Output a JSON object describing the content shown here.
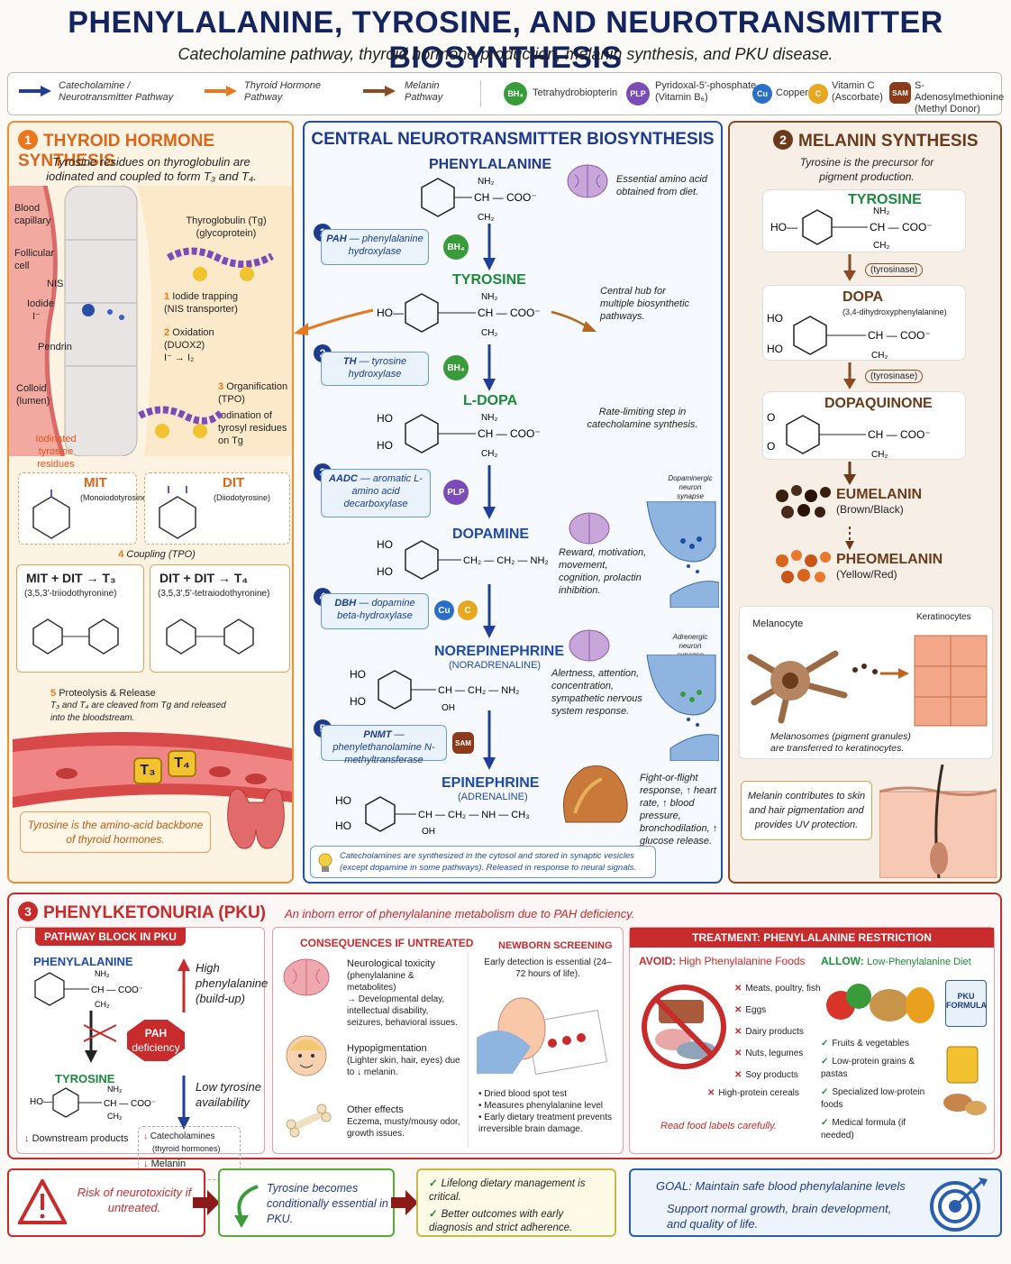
{
  "header": {
    "title": "PHENYLALANINE, TYROSINE, AND NEUROTRANSMITTER BIOSYNTHESIS",
    "subtitle": "Catecholamine pathway, thyroid hormone production, melanin synthesis, and PKU disease."
  },
  "legend": {
    "catecholamine_line1": "Catecholamine /",
    "catecholamine_line2": "Neurotransmitter Pathway",
    "thyroid_line1": "Thyroid Hormone",
    "thyroid_line2": "Pathway",
    "melanin_line1": "Melanin",
    "melanin_line2": "Pathway",
    "bh4_badge": "BH₄",
    "bh4_label": "Tetrahydrobiopterin",
    "plp_badge": "PLP",
    "plp_line1": "Pyridoxal-5'-phosphate",
    "plp_line2": "(Vitamin B₆)",
    "cu_badge": "Cu",
    "cu_label": "Copper",
    "c_badge": "C",
    "c_line1": "Vitamin C",
    "c_line2": "(Ascorbate)",
    "sam_badge": "SAM",
    "sam_line1": "S-Adenosylmethionine",
    "sam_line2": "(Methyl Donor)",
    "colors": {
      "neuro": "#1f3f99",
      "thyroid": "#e8781e",
      "melanin": "#8b4a22"
    }
  },
  "thyroid": {
    "number": "1",
    "title": "THYROID HORMONE SYNTHESIS",
    "intro_line1": "Tyrosine residues on thyroglobulin are",
    "intro_line2": "iodinated and coupled to form T₃ and T₄.",
    "blood_capillary": "Blood capillary",
    "follicular_cell": "Follicular cell",
    "nis": "NIS",
    "iodide": "Iodide",
    "iodide_ion": "I⁻",
    "pendrin": "Pendrin",
    "colloid": "Colloid (lumen)",
    "tg_line1": "Thyroglobulin (Tg)",
    "tg_line2": "(glycoprotein)",
    "step1_title": "Iodide trapping",
    "step1_sub": "(NIS transporter)",
    "step2_title": "Oxidation",
    "step2_sub": "(DUOX2)",
    "oxid_eq": "I⁻ → I₂",
    "step3_title": "Organification",
    "step3_sub": "(TPO)",
    "step3_note": "Iodination of tyrosyl residues on Tg",
    "iodinated_residues": "Iodinated tyrosine residues",
    "mit": "MIT",
    "mit_full": "(Monoiodotyrosine)",
    "dit": "DIT",
    "dit_full": "(Diiodotyrosine)",
    "coupling": "Coupling (TPO)",
    "t3_eq": "MIT + DIT → T₃",
    "t3_full": "(3,5,3'-triiodothyronine)",
    "t4_eq": "DIT + DIT → T₄",
    "t4_full": "(3,5,3',5'-tetraiodothyronine)",
    "proteolysis_title": "Proteolysis & Release",
    "proteolysis_text": "T₃ and T₄ are cleaved from Tg and released into the bloodstream.",
    "t3": "T₃",
    "t4": "T₄",
    "footer": "Tyrosine is the amino-acid backbone of thyroid hormones."
  },
  "central": {
    "title": "CENTRAL NEUROTRANSMITTER BIOSYNTHESIS",
    "phenylalanine": "PHENYLALANINE",
    "phe_note": "Essential amino acid obtained from diet.",
    "tyrosine": "TYROSINE",
    "tyr_note": "Central hub for multiple biosynthetic pathways.",
    "ldopa": "L-DOPA",
    "ldopa_note": "Rate-limiting step in catecholamine synthesis.",
    "dopamine": "DOPAMINE",
    "dopamine_note": "Reward, motivation, movement, cognition, prolactin inhibition.",
    "dopaminergic": "Dopaminergic neuron synapse",
    "norepinephrine": "NOREPINEPHRINE",
    "norepinephrine_alt": "(NORADRENALINE)",
    "ne_note": "Alertness, attention, concentration, sympathetic nervous system response.",
    "adrenergic": "Adrenergic neuron synapse",
    "epinephrine": "EPINEPHRINE",
    "epinephrine_alt": "(ADRENALINE)",
    "epi_note": "Fight-or-flight response, ↑ heart rate, ↑ blood pressure, bronchodilation, ↑ glucose release.",
    "footer": "Catecholamines are synthesized in the cytosol and stored in synaptic vesicles (except dopamine in some pathways). Released in response to neural signals.",
    "enzymes": [
      {
        "num": "1",
        "abbr": "PAH",
        "name": " — phenylalanine hydroxylase"
      },
      {
        "num": "2",
        "abbr": "TH",
        "name": " — tyrosine hydroxylase"
      },
      {
        "num": "3",
        "abbr": "AADC",
        "name": " — aromatic L-amino acid decarboxylase"
      },
      {
        "num": "4",
        "abbr": "DBH",
        "name": " — dopamine beta-hydroxylase"
      },
      {
        "num": "5",
        "abbr": "PNMT",
        "name": " — phenylethanolamine N-methyltransferase"
      }
    ]
  },
  "melanin": {
    "number": "2",
    "title": "MELANIN SYNTHESIS",
    "intro_line1": "Tyrosine is the precursor for",
    "intro_line2": "pigment production.",
    "tyrosine": "TYROSINE",
    "tyrosinase1": "(tyrosinase)",
    "dopa": "DOPA",
    "dopa_full": "(3,4-dihydroxyphenylalanine)",
    "tyrosinase2": "(tyrosinase)",
    "dopaquinone": "DOPAQUINONE",
    "eumelanin": "EUMELANIN",
    "eumelanin_color": "(Brown/Black)",
    "pheomelanin": "PHEOMELANIN",
    "pheomelanin_color": "(Yellow/Red)",
    "melanocyte": "Melanocyte",
    "keratinocytes": "Keratinocytes",
    "transfer_note": "Melanosomes (pigment granules) are transferred to keratinocytes.",
    "footer": "Melanin contributes to skin and hair pigmentation and provides UV protection."
  },
  "pku": {
    "number": "3",
    "title": "PHENYLKETONURIA (PKU)",
    "subtitle": "An inborn error of phenylalanine metabolism due to PAH deficiency.",
    "block_title": "PATHWAY BLOCK IN PKU",
    "phenylalanine": "PHENYLALANINE",
    "tyrosine": "TYROSINE",
    "pah_line1": "PAH",
    "pah_line2": "deficiency",
    "high_phe": "High phenylalanine (build-up)",
    "low_tyr": "Low tyrosine availability",
    "downstream": "Downstream products",
    "down_cat": "Catecholamines",
    "down_thy": "(thyroid hormones)",
    "down_mel": "Melanin",
    "consequences_title": "CONSEQUENCES IF UNTREATED",
    "neuro_title": "Neurological toxicity",
    "neuro_sub": "(phenylalanine & metabolites)",
    "neuro_text": "→ Developmental delay, intellectual disability, seizures, behavioral issues.",
    "hypo_title": "Hypopigmentation",
    "hypo_text": "(Lighter skin, hair, eyes) due to ↓ melanin.",
    "other_title": "Other effects",
    "other_text": "Eczema, musty/mousy odor, growth issues.",
    "screening_title": "NEWBORN SCREENING",
    "screening_intro": "Early detection is essential (24–72 hours of life).",
    "screening_items": [
      "Dried blood spot test",
      "Measures phenylalanine level",
      "Early dietary treatment prevents irreversible brain damage."
    ],
    "treatment_title": "TREATMENT: PHENYLALANINE RESTRICTION",
    "avoid_title": "AVOID:",
    "avoid_sub": "High Phenylalanine Foods",
    "avoid_items": [
      "Meats, poultry, fish",
      "Eggs",
      "Dairy products",
      "Nuts, legumes",
      "Soy products",
      "High-protein cereals"
    ],
    "avoid_note": "Read food labels carefully.",
    "allow_title": "ALLOW:",
    "allow_sub": "Low-Phenylalanine Diet",
    "allow_items": [
      "Fruits & vegetables",
      "Low-protein grains & pastas",
      "Specialized low-protein foods",
      "Medical formula (if needed)"
    ],
    "formula_line1": "PKU",
    "formula_line2": "FORMULA"
  },
  "bottom": {
    "risk": "Risk of neurotoxicity if untreated.",
    "tyrosine_essential": "Tyrosine becomes conditionally essential in PKU.",
    "manage1": "Lifelong dietary management is critical.",
    "manage2": "Better outcomes with early diagnosis and strict adherence.",
    "goal_title": "GOAL: Maintain safe blood phenylalanine levels",
    "goal_text": "Support normal growth, brain development, and quality of life."
  }
}
